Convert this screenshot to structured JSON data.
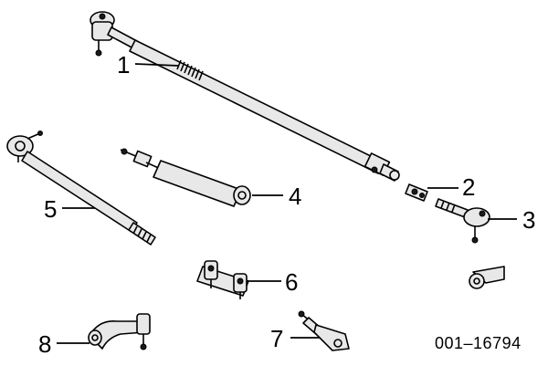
{
  "callouts": {
    "c1": "1",
    "c2": "2",
    "c3": "3",
    "c4": "4",
    "c5": "5",
    "c6": "6",
    "c7": "7",
    "c8": "8"
  },
  "reference_number": "001–16794"
}
